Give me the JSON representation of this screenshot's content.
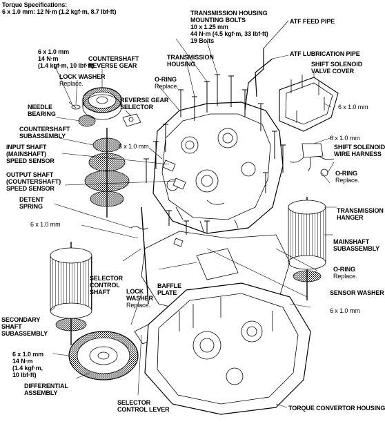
{
  "torque_spec": {
    "title": "Torque Specifications:",
    "value": "6 x 1.0 mm: 12 N·m (1.2 kgf·m, 8.7 lbf·ft)"
  },
  "labels": {
    "bolt_6x1_top": "6 x 1.0 mm\n14 N·m\n(1.4 kgf·m, 10 lbf·ft)",
    "countershaft_reverse_gear": "COUNTERSHAFT\nREVERSE GEAR",
    "lock_washer_top": "LOCK WASHER",
    "replace_lock_washer_top": "Replace.",
    "needle_bearing": "NEEDLE\nBEARING",
    "reverse_gear_selector": "REVERSE GEAR\nSELECTOR",
    "countershaft_subassembly": "COUNTERSHAFT\nSUBASSEMBLY",
    "input_shaft_speed_sensor": "INPUT SHAFT\n(MAINSHAFT)\nSPEED SENSOR",
    "bolt_6x1_mid": "6 x 1.0 mm",
    "output_shaft_speed_sensor": "OUTPUT SHAFT\n(COUNTERSHAFT)\nSPEED SENSOR",
    "detent_spring": "DETENT\nSPRING",
    "bolt_6x1_left": "6 x 1.0 mm",
    "transmission_housing_bolts": "TRANSMISSION HOUSING\nMOUNTING BOLTS",
    "housing_bolts_spec": "10 x 1.25 mm\n44 N·m (4.5 kgf·m, 33 lbf·ft)\n19 Bolts",
    "atf_feed_pipe": "ATF FEED PIPE",
    "atf_lubrication_pipe": "ATF LUBRICATION PIPE",
    "transmission_housing": "TRANSMISSION\nHOUSING",
    "o_ring_top": "O-RING",
    "replace_o_ring_top": "Replace.",
    "shift_solenoid_valve_cover": "SHIFT SOLENOID\nVALVE COVER",
    "bolt_6x1_right_top": "6 x 1.0 mm",
    "bolt_6x1_right_mid": "6 x 1.0 mm",
    "shift_solenoid_wire_harness": "SHIFT SOLENOID\nWIRE HARNESS",
    "o_ring_right": "O-RING",
    "replace_o_ring_right": "Replace.",
    "transmission_hanger": "TRANSMISSION\nHANGER",
    "mainshaft_subassembly": "MAINSHAFT\nSUBASSEMBLY",
    "o_ring_lower": "O-RING",
    "replace_o_ring_lower": "Replace.",
    "sensor_washer": "SENSOR WASHER",
    "bolt_6x1_lower_right": "6 x 1.0 mm",
    "selector_control_shaft": "SELECTOR\nCONTROL\nSHAFT",
    "baffle_plate": "BAFFLE\nPLATE",
    "lock_washer_bottom": "LOCK\nWASHER",
    "replace_lock_washer_bottom": "Replace.",
    "secondary_shaft_subassembly": "SECONDARY\nSHAFT\nSUBASSEMBLY",
    "bolt_6x1_bottom": "6 x 1.0 mm\n14 N·m\n(1.4 kgf·m,\n10 lbf·ft)",
    "differential_assembly": "DIFFERENTIAL\nASSEMBLY",
    "selector_control_lever": "SELECTOR\nCONTROL LEVER",
    "torque_convertor_housing": "TORQUE CONVERTOR HOUSING"
  }
}
